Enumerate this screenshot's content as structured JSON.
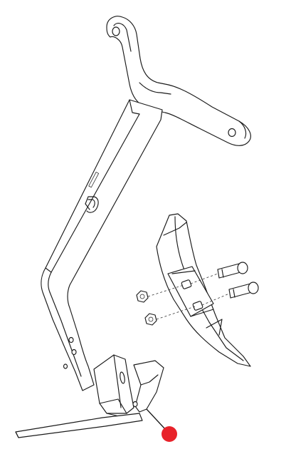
{
  "diagram": {
    "kind": "exploded-parts-view",
    "parts": [
      "mounting-shank",
      "wear-shin",
      "point-bracket",
      "blade",
      "carriage-bolt",
      "carriage-bolt",
      "hex-nut",
      "hex-nut"
    ]
  },
  "callout": {
    "marker_color": "#e8222a",
    "points_to": "point-bracket"
  },
  "colors": {
    "stroke": "#1a1a1a",
    "background": "#ffffff"
  }
}
